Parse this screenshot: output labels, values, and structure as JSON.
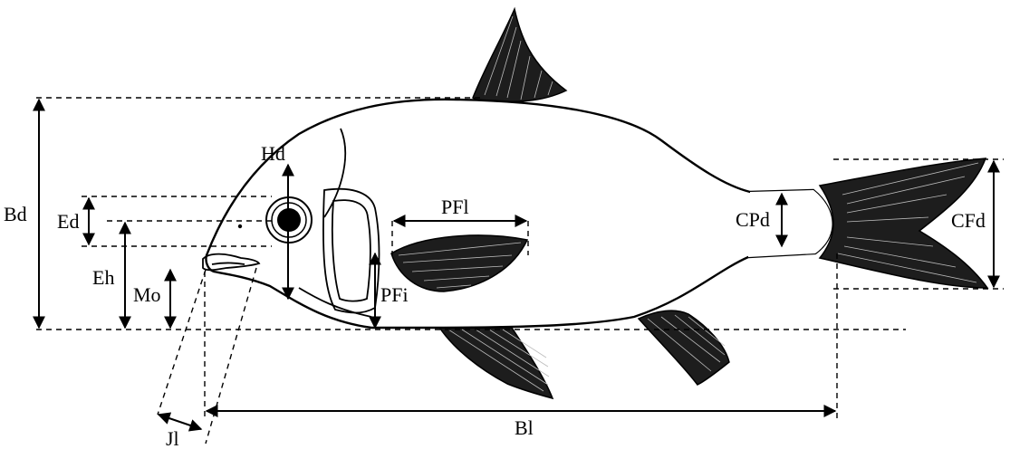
{
  "labels": {
    "bd": "Bd",
    "ed": "Ed",
    "eh": "Eh",
    "mo": "Mo",
    "hd": "Hd",
    "pfl": "PFl",
    "pfi": "PFi",
    "cpd": "CPd",
    "cfd": "CFd",
    "bl": "Bl",
    "jl": "Jl"
  }
}
